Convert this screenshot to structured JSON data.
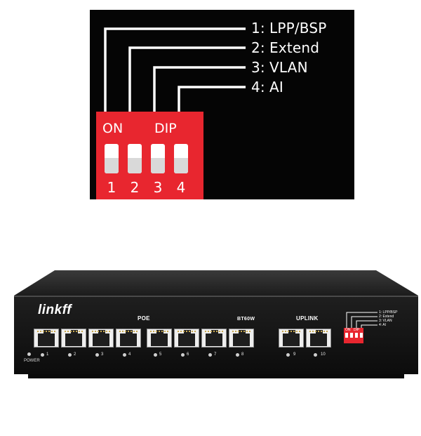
{
  "dip_detail": {
    "on_label": "ON",
    "dip_label": "DIP",
    "switch_numbers": [
      "1",
      "2",
      "3",
      "4"
    ],
    "options": [
      {
        "num": "1:",
        "label": "LPP/BSP"
      },
      {
        "num": "2:",
        "label": "Extend"
      },
      {
        "num": "3:",
        "label": "VLAN"
      },
      {
        "num": "4:",
        "label": "AI"
      }
    ]
  },
  "device": {
    "brand": "linkff",
    "poe_label": "POE",
    "model_label": "BT60W",
    "uplink_label": "UPLINK",
    "power_label": "POWER",
    "port_numbers": [
      "1",
      "2",
      "3",
      "4",
      "5",
      "6",
      "7",
      "8"
    ],
    "uplink_numbers": [
      "9",
      "10"
    ],
    "mini_dip": {
      "on_label": "ON",
      "dip_label": "DIP",
      "options": [
        "1:  LPP/BSP",
        "2:  Extend",
        "3:  VLAN",
        "4:  AI"
      ]
    }
  },
  "colors": {
    "dip_red": "#e8262f",
    "panel_black": "#050505",
    "device_body": "#1a1a1a"
  }
}
